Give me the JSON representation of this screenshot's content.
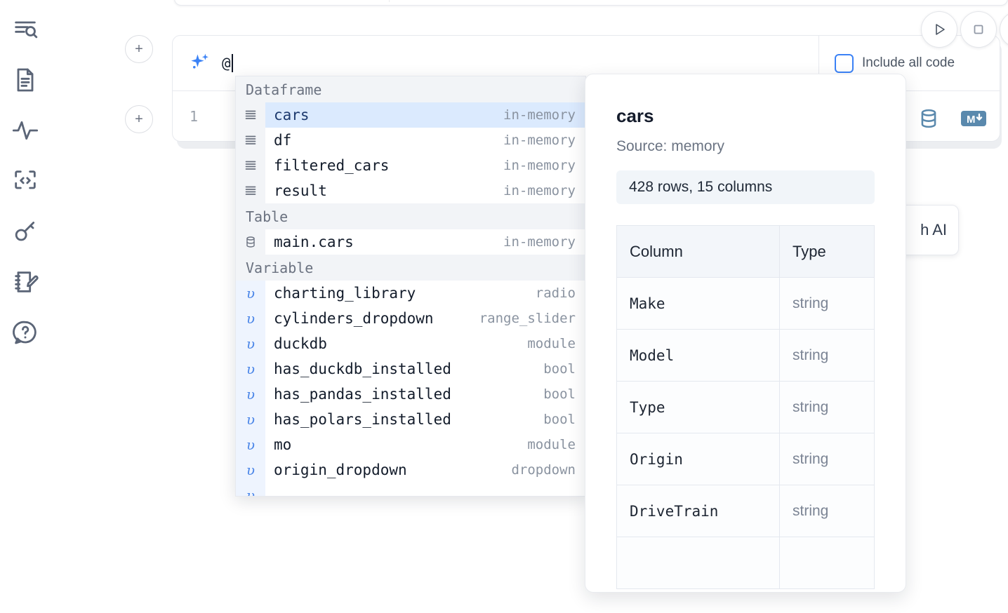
{
  "rail": {
    "items": [
      {
        "name": "outline-search-icon",
        "label": "Outline"
      },
      {
        "name": "file-text-icon",
        "label": "Files"
      },
      {
        "name": "activity-icon",
        "label": "Activity"
      },
      {
        "name": "code-snippet-icon",
        "label": "Snippets"
      },
      {
        "name": "key-icon",
        "label": "Secrets"
      },
      {
        "name": "notebook-edit-icon",
        "label": "Scratchpad"
      },
      {
        "name": "help-chat-icon",
        "label": "Help"
      }
    ]
  },
  "toolbar": {
    "run_label": "Run",
    "stop_label": "Stop",
    "third_label": "More"
  },
  "cell": {
    "prompt_value": "@",
    "include_all_code_label": "Include all code",
    "include_all_code_checked": false,
    "line_number": "1",
    "database_icon_label": "Database",
    "markdown_icon_label": "Markdown"
  },
  "ai_card": {
    "text": "h AI"
  },
  "autocomplete": {
    "groups": [
      {
        "label": "Dataframe",
        "items": [
          {
            "icon": "dataframe-icon",
            "kind": "df",
            "name": "cars",
            "type": "in-memory",
            "selected": true
          },
          {
            "icon": "dataframe-icon",
            "kind": "df",
            "name": "df",
            "type": "in-memory",
            "selected": false
          },
          {
            "icon": "dataframe-icon",
            "kind": "df",
            "name": "filtered_cars",
            "type": "in-memory",
            "selected": false
          },
          {
            "icon": "dataframe-icon",
            "kind": "df",
            "name": "result",
            "type": "in-memory",
            "selected": false
          }
        ]
      },
      {
        "label": "Table",
        "items": [
          {
            "icon": "database-icon",
            "kind": "table",
            "name": "main.cars",
            "type": "in-memory",
            "selected": false
          }
        ]
      },
      {
        "label": "Variable",
        "items": [
          {
            "icon": "variable-icon",
            "kind": "var",
            "name": "charting_library",
            "type": "radio",
            "selected": false
          },
          {
            "icon": "variable-icon",
            "kind": "var",
            "name": "cylinders_dropdown",
            "type": "range_slider",
            "selected": false
          },
          {
            "icon": "variable-icon",
            "kind": "var",
            "name": "duckdb",
            "type": "module",
            "selected": false
          },
          {
            "icon": "variable-icon",
            "kind": "var",
            "name": "has_duckdb_installed",
            "type": "bool",
            "selected": false
          },
          {
            "icon": "variable-icon",
            "kind": "var",
            "name": "has_pandas_installed",
            "type": "bool",
            "selected": false
          },
          {
            "icon": "variable-icon",
            "kind": "var",
            "name": "has_polars_installed",
            "type": "bool",
            "selected": false
          },
          {
            "icon": "variable-icon",
            "kind": "var",
            "name": "mo",
            "type": "module",
            "selected": false
          },
          {
            "icon": "variable-icon",
            "kind": "var",
            "name": "origin_dropdown",
            "type": "dropdown",
            "selected": false
          },
          {
            "icon": "variable-icon",
            "kind": "var",
            "name": "",
            "type": "",
            "selected": false
          }
        ]
      }
    ]
  },
  "detail": {
    "title": "cars",
    "source": "Source: memory",
    "stats": "428 rows, 15 columns",
    "columns_header": "Column",
    "type_header": "Type",
    "rows": [
      {
        "column": "Make",
        "type": "string"
      },
      {
        "column": "Model",
        "type": "string"
      },
      {
        "column": "Type",
        "type": "string"
      },
      {
        "column": "Origin",
        "type": "string"
      },
      {
        "column": "DriveTrain",
        "type": "string"
      },
      {
        "column": "",
        "type": ""
      }
    ]
  },
  "colors": {
    "accent": "#3b82f6",
    "selection": "#dbeafe",
    "group_header_bg": "#f2f4f7",
    "muted_text": "#8a93a0",
    "icon_stroke": "#5b6577"
  }
}
